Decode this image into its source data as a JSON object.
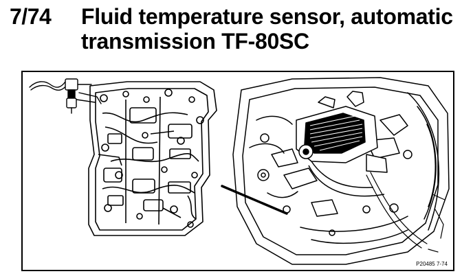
{
  "document": {
    "number": "7/74",
    "title_line1": "Fluid temperature sensor, automatic",
    "title_line2": "transmission TF-80SC"
  },
  "figure": {
    "code": "P20485 7-74"
  },
  "colors": {
    "ink": "#000000",
    "paper": "#ffffff"
  }
}
